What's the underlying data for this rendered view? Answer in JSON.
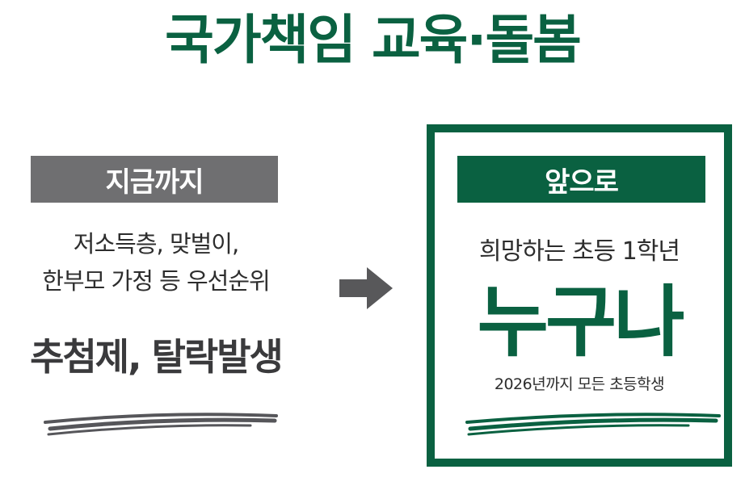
{
  "title": "국가책임 교육·돌봄",
  "left": {
    "label": "지금까지",
    "line1": "저소득층, 맞벌이,",
    "line2": "한부모 가정 등 우선순위",
    "emphasis": "추첨제, 탈락발생"
  },
  "right": {
    "label": "앞으로",
    "subtitle": "희망하는 초등 1학년",
    "big": "누구나",
    "small": "2026년까지 모든 초등학생"
  },
  "colors": {
    "brand_green": "#0a6141",
    "label_gray": "#6f6f71",
    "text_dark": "#2d2d2d",
    "emphasis_gray": "#3a3a3c",
    "arrow_gray": "#58585a"
  },
  "icons": {
    "arrow": "right-arrow-icon"
  }
}
